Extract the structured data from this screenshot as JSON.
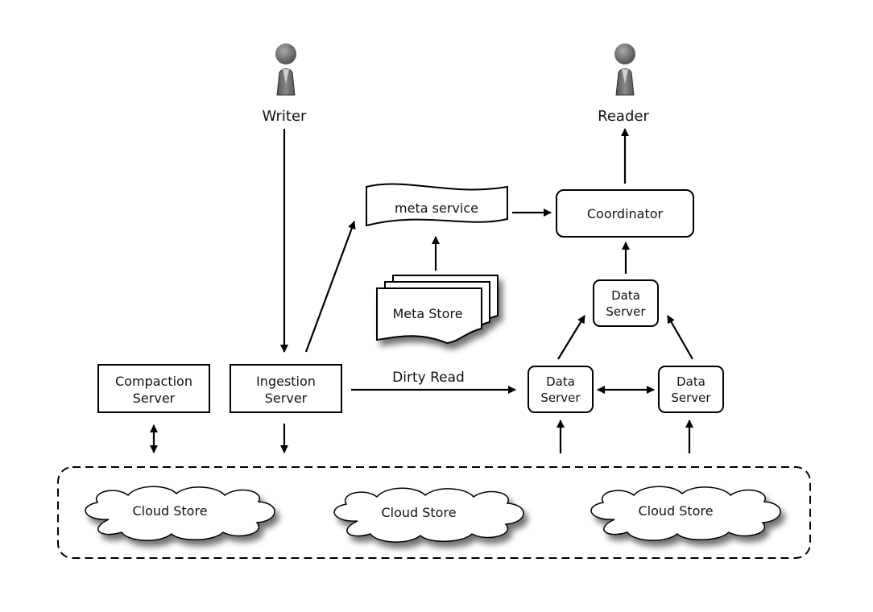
{
  "actors": {
    "writer": "Writer",
    "reader": "Reader"
  },
  "nodes": {
    "meta_service": "meta service",
    "meta_store": "Meta Store",
    "coordinator": "Coordinator",
    "compaction_server": [
      "Compaction",
      "Server"
    ],
    "ingestion_server": [
      "Ingestion",
      "Server"
    ],
    "data_server": [
      "Data",
      "Server"
    ]
  },
  "edges": {
    "dirty_read": "Dirty Read"
  },
  "storage": {
    "cloud_store": "Cloud Store"
  }
}
